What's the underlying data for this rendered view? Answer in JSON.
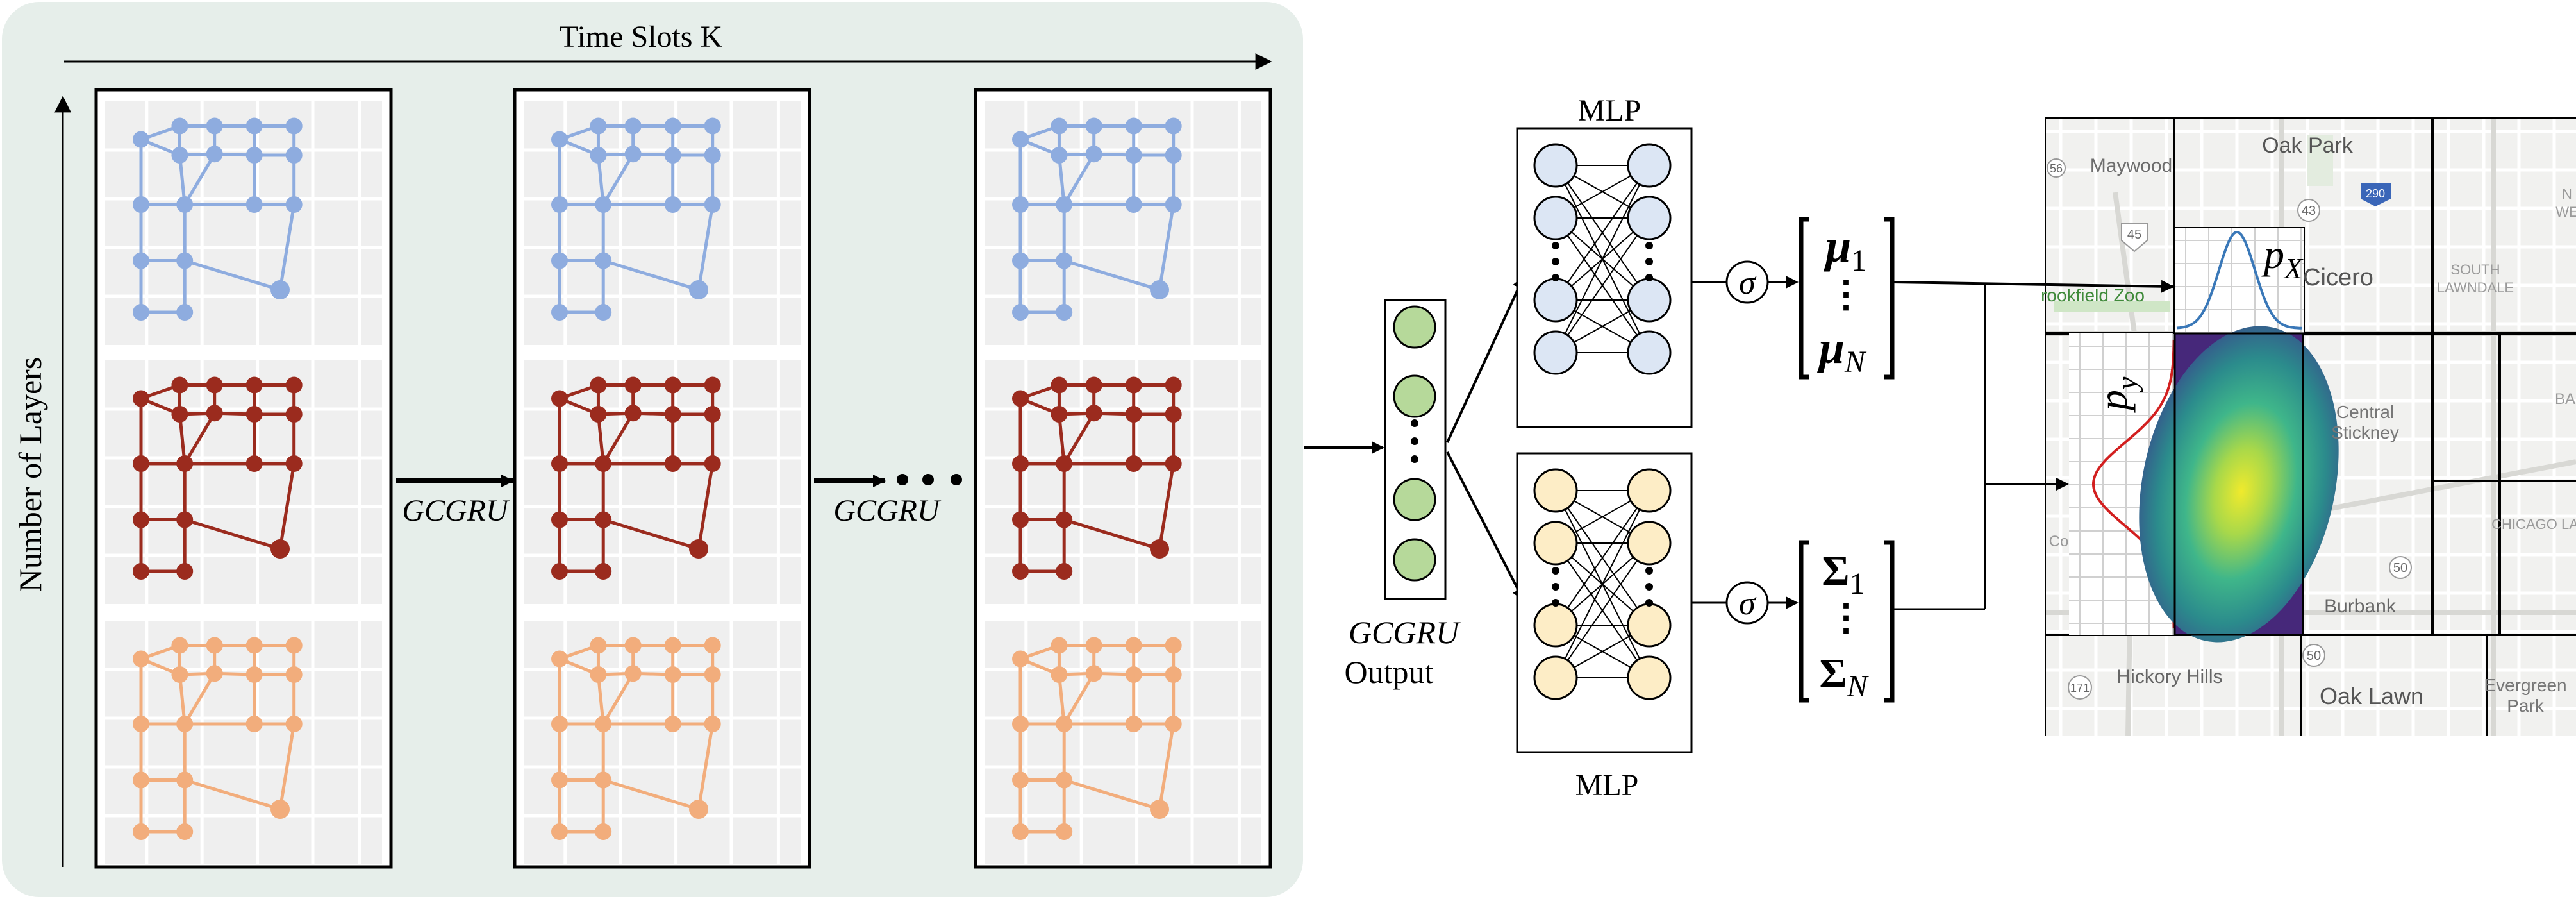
{
  "labels": {
    "time_slots": "Time Slots K",
    "num_layers": "Number of Layers",
    "gcgru_arrow_1": "GCGRU",
    "gcgru_arrow_2": "GCGRU",
    "gcgru_output_1": "GCGRU",
    "gcgru_output_2": "Output",
    "mlp_top": "MLP",
    "mlp_bottom": "MLP",
    "sigma_top": "σ",
    "sigma_bottom": "σ",
    "mu_1": "μ1",
    "mu_dots": "⋮",
    "mu_n": "μN",
    "cov_1": "Σ1",
    "cov_dots": "⋮",
    "cov_n": "ΣN",
    "p_x": "pX",
    "p_y": "py"
  },
  "map_labels": {
    "maywood": "Maywood",
    "oak_park": "Oak Park",
    "brookfield_zoo": "rookfield Zoo",
    "cicero": "Cicero",
    "south_lawndale_1": "SOUTH",
    "south_lawndale_2": "LAWNDALE",
    "central_stickney_1": "Central",
    "central_stickney_2": "Stickney",
    "burbank": "Burbank",
    "hickory_hills": "Hickory Hills",
    "oak_lawn": "Oak Lawn",
    "evergreen_park_1": "Evergreen",
    "evergreen_park_2": "Park",
    "chicago_lawn": "CHICAGO LAW",
    "ba": "BA",
    "we": "WE",
    "n": "N",
    "co": "Co",
    "shield_45": "45",
    "shield_43": "43",
    "shield_290": "290",
    "shield_50a": "50",
    "shield_50b": "50",
    "shield_171": "171",
    "shield_56": "56"
  },
  "colors": {
    "panel_bg": "#e6eeea",
    "layer_blue": "#8eacdf",
    "layer_red": "#9b2b1e",
    "layer_orange": "#f2ad7c",
    "gcgru_node": "#b6d99a",
    "mlp_top_node": "#dce6f4",
    "mlp_bottom_node": "#fdedc6",
    "px_curve": "#3a78b8",
    "py_curve": "#d21f1f",
    "heatmap_low": "#48246e",
    "heatmap_high": "#f2ed2a"
  }
}
